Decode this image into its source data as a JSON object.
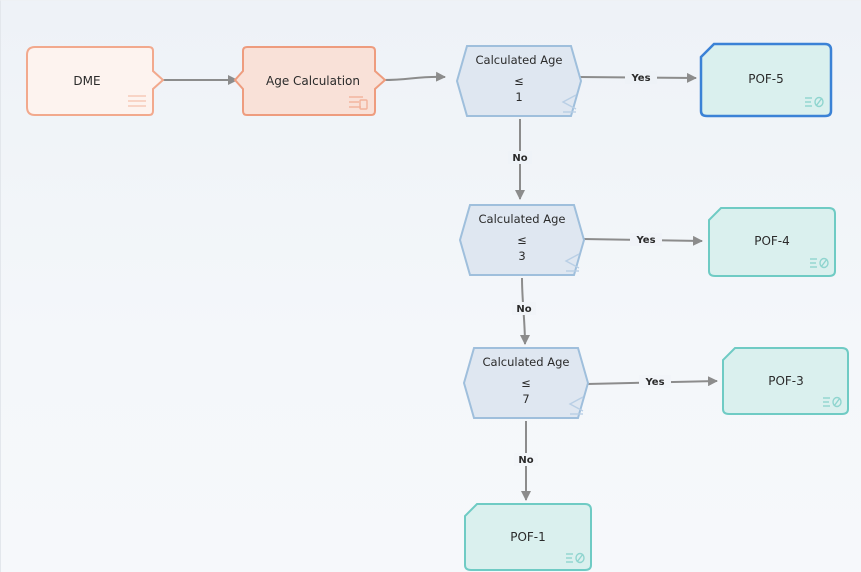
{
  "diagram": {
    "nodes": {
      "dme": {
        "label": "DME",
        "type": "data-source"
      },
      "age_calc": {
        "label": "Age Calculation",
        "type": "calculation"
      },
      "cond1": {
        "label": "Calculated Age",
        "operator": "≤",
        "value": "1",
        "type": "condition"
      },
      "cond2": {
        "label": "Calculated Age",
        "operator": "≤",
        "value": "3",
        "type": "condition"
      },
      "cond3": {
        "label": "Calculated Age",
        "operator": "≤",
        "value": "7",
        "type": "condition"
      },
      "pof5": {
        "label": "POF-5",
        "type": "return-value",
        "selected": true
      },
      "pof4": {
        "label": "POF-4",
        "type": "return-value"
      },
      "pof3": {
        "label": "POF-3",
        "type": "return-value"
      },
      "pof1": {
        "label": "POF-1",
        "type": "return-value"
      }
    },
    "edges": [
      {
        "from": "dme",
        "to": "age_calc",
        "label": ""
      },
      {
        "from": "age_calc",
        "to": "cond1",
        "label": ""
      },
      {
        "from": "cond1",
        "to": "pof5",
        "label": "Yes"
      },
      {
        "from": "cond1",
        "to": "cond2",
        "label": "No"
      },
      {
        "from": "cond2",
        "to": "pof4",
        "label": "Yes"
      },
      {
        "from": "cond2",
        "to": "cond3",
        "label": "No"
      },
      {
        "from": "cond3",
        "to": "pof3",
        "label": "Yes"
      },
      {
        "from": "cond3",
        "to": "pof1",
        "label": "No"
      }
    ]
  },
  "colors": {
    "data_source_fill": "#fdf3ef",
    "data_source_stroke": "#f2a98d",
    "calculation_fill": "#f9e1d8",
    "calculation_stroke": "#ee9c7e",
    "condition_fill": "#dfe7f1",
    "condition_stroke": "#9fbfdc",
    "return_fill": "#daf0ee",
    "return_stroke": "#6fcbc4",
    "selected_stroke": "#3b82d6",
    "edge": "#8c8c8c"
  },
  "icons": {
    "data_source": "list-lines-icon",
    "calculation": "calculator-icon",
    "condition": "less-equal-icon",
    "return_value": "return-value-icon"
  }
}
